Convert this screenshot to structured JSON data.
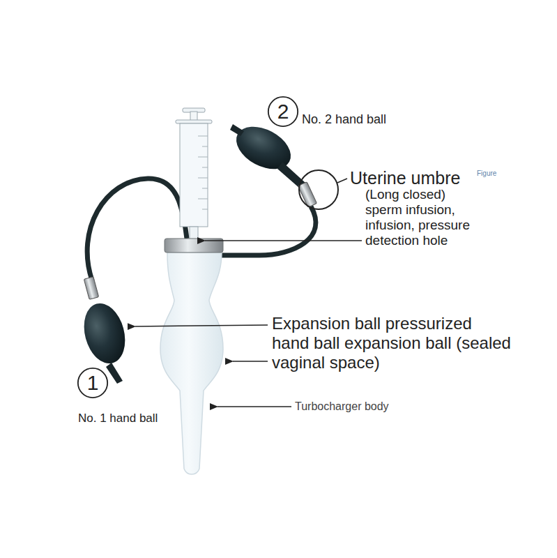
{
  "diagram": {
    "nodes": [
      {
        "text": [
          "2"
        ]
      },
      {
        "text": [
          "1"
        ]
      }
    ],
    "labels": [
      "No. 2 hand ball",
      "Uterine umbre",
      "Figure",
      "(Long closed) sperm infusion, infusion, pressure detection hole",
      "Expansion ball pressurized hand ball expansion ball (sealed vaginal space)",
      "Turbocharger body",
      "No. 1 hand ball"
    ]
  }
}
